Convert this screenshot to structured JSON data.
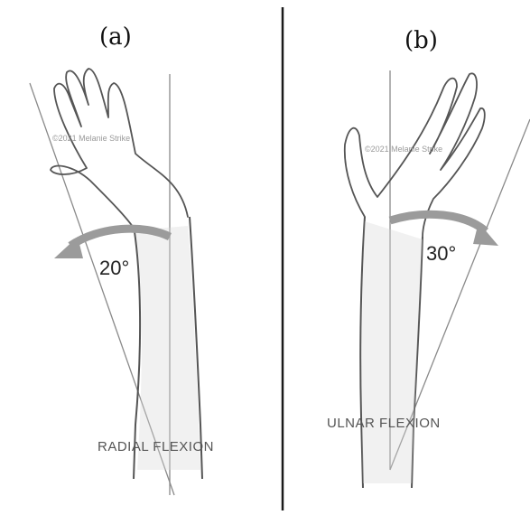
{
  "panels": [
    {
      "label": "(a)",
      "angle": "20°",
      "caption": "RADIAL FLEXION",
      "watermark": "©2021 Melanie Strike",
      "direction": "radial"
    },
    {
      "label": "(b)",
      "angle": "30°",
      "caption": "ULNAR FLEXION",
      "watermark": "©2021 Melanie Strike",
      "direction": "ulnar"
    }
  ],
  "colors": {
    "line": "#8a8a8a",
    "arrow": "#9b9b9b",
    "divider": "#1a1a1a",
    "sketch": "#555555",
    "shade": "#d7d7d7"
  }
}
